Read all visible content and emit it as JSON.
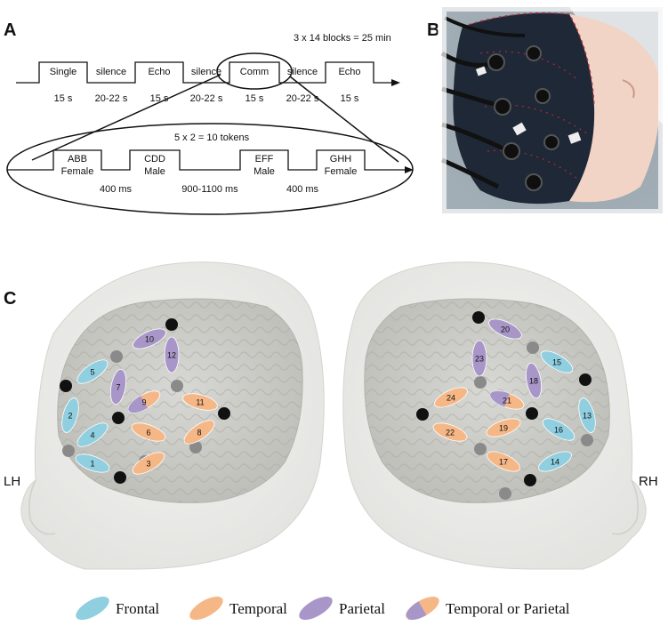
{
  "panels": {
    "a": "A",
    "b": "B",
    "c": "C"
  },
  "timeline_top": {
    "header": "3 x 14 blocks = 25 min",
    "blocks": [
      "Single",
      "silence",
      "Echo",
      "silence",
      "Comm",
      "silence",
      "Echo"
    ],
    "durations": [
      "15 s",
      "20-22 s",
      "15 s",
      "20-22 s",
      "15 s",
      "20-22 s",
      "15 s"
    ]
  },
  "timeline_bottom": {
    "header": "5 x 2 = 10 tokens",
    "tokens": [
      {
        "name": "ABB",
        "voice": "Female"
      },
      {
        "name": "CDD",
        "voice": "Male"
      },
      {
        "name": "EFF",
        "voice": "Male"
      },
      {
        "name": "GHH",
        "voice": "Female"
      }
    ],
    "gaps": [
      "400 ms",
      "900-1100 ms",
      "400 ms"
    ]
  },
  "hemispheres": {
    "left": "LH",
    "right": "RH"
  },
  "channels_left": [
    {
      "num": "1",
      "region": "frontal"
    },
    {
      "num": "2",
      "region": "frontal"
    },
    {
      "num": "3",
      "region": "temporal"
    },
    {
      "num": "4",
      "region": "frontal"
    },
    {
      "num": "5",
      "region": "frontal"
    },
    {
      "num": "6",
      "region": "temporal"
    },
    {
      "num": "7",
      "region": "parietal"
    },
    {
      "num": "8",
      "region": "temporal"
    },
    {
      "num": "9",
      "region": "temporal-or-parietal"
    },
    {
      "num": "10",
      "region": "parietal"
    },
    {
      "num": "11",
      "region": "temporal"
    },
    {
      "num": "12",
      "region": "parietal"
    }
  ],
  "channels_right": [
    {
      "num": "13",
      "region": "frontal"
    },
    {
      "num": "14",
      "region": "frontal"
    },
    {
      "num": "15",
      "region": "frontal"
    },
    {
      "num": "16",
      "region": "frontal"
    },
    {
      "num": "17",
      "region": "temporal"
    },
    {
      "num": "18",
      "region": "parietal"
    },
    {
      "num": "19",
      "region": "temporal"
    },
    {
      "num": "20",
      "region": "parietal"
    },
    {
      "num": "21",
      "region": "temporal-or-parietal"
    },
    {
      "num": "22",
      "region": "temporal"
    },
    {
      "num": "23",
      "region": "parietal"
    },
    {
      "num": "24",
      "region": "temporal"
    }
  ],
  "legend": [
    {
      "label": "Frontal",
      "color": "#8fcfe0"
    },
    {
      "label": "Temporal",
      "color": "#f6b787"
    },
    {
      "label": "Parietal",
      "color": "#a996c9"
    },
    {
      "label": "Temporal or Parietal",
      "color": "split"
    }
  ],
  "colors": {
    "frontal": "#8fcfe0",
    "temporal": "#f6b787",
    "parietal": "#a996c9",
    "source": "#111111",
    "detector": "#8a8a8a"
  }
}
